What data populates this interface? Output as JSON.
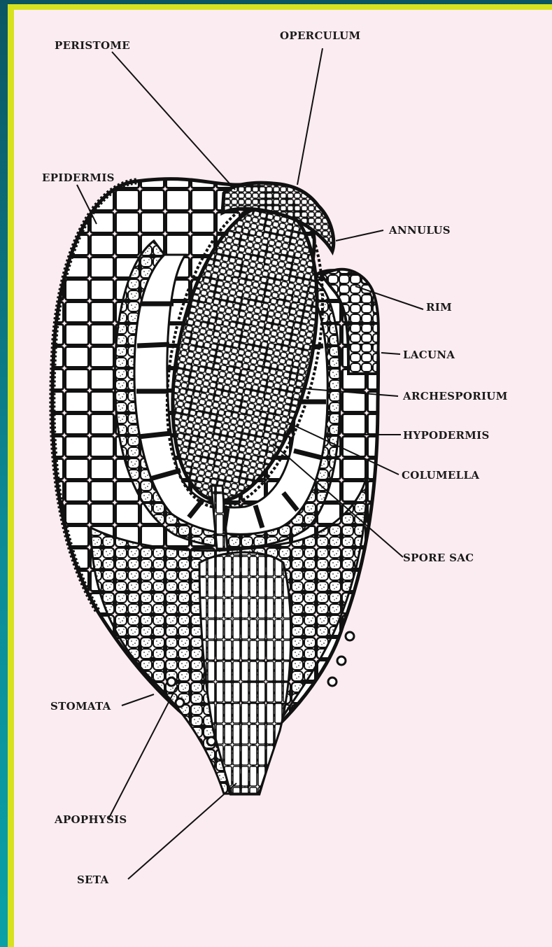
{
  "diagram": {
    "labels": {
      "peristome": "PERISTOME",
      "operculum": "OPERCULUM",
      "epidermis": "EPIDERMIS",
      "annulus": "ANNULUS",
      "rim": "RIM",
      "lacuna": "LACUNA",
      "archesporium": "ARCHESPORIUM",
      "hypodermis": "HYPODERMIS",
      "columella": "COLUMELLA",
      "spore_sac": "SPORE SAC",
      "stomata": "STOMATA",
      "apophysis": "APOPHYSIS",
      "seta": "SETA"
    }
  },
  "colors": {
    "background": "#0a6e7a",
    "frame_border": "#d7e21e",
    "panel": "#fbecf1",
    "ink": "#1a1a1a"
  }
}
